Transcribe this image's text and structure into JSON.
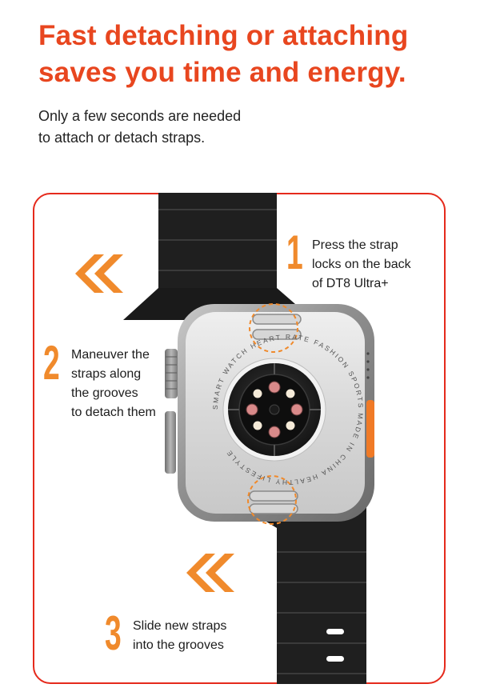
{
  "headline": {
    "line1": "Fast detaching or attaching",
    "line2": "saves you time and energy."
  },
  "subhead": {
    "line1": "Only a few seconds are needed",
    "line2": "to attach or detach straps."
  },
  "steps": [
    {
      "number": "1",
      "lines": [
        "Press the strap",
        "locks on the back",
        "of DT8 Ultra+"
      ]
    },
    {
      "number": "2",
      "lines": [
        "Maneuver the",
        "straps along",
        "the grooves",
        "to detach them"
      ]
    },
    {
      "number": "3",
      "lines": [
        "Slide new straps",
        "into the grooves"
      ]
    }
  ],
  "watch_ring_text": "SMART WATCH HEART RATE FASHION SPORTS MADE IN CHINA HEALTHY LIFESTYLE",
  "colors": {
    "headline": "#e8461f",
    "frame": "#e52a1c",
    "accent_orange": "#f08a2c",
    "strap": "#1f1f1f"
  }
}
